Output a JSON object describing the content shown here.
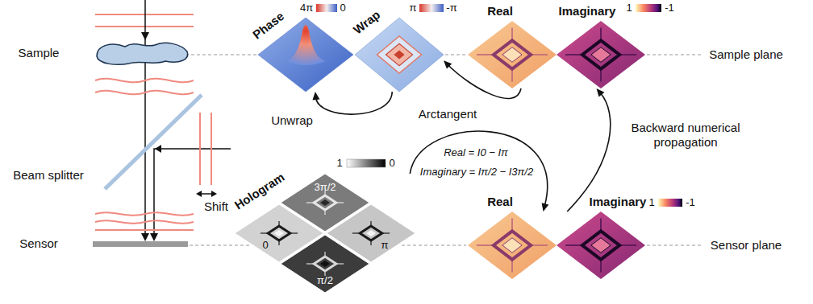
{
  "diagram": {
    "nodes": [
      {
        "text": [
          "Phase"
        ]
      },
      {
        "text": [
          "Wrap"
        ]
      },
      {
        "text": [
          "Real"
        ]
      },
      {
        "text": [
          "Imaginary"
        ]
      },
      {
        "text": [
          "Hologram"
        ]
      },
      {
        "text": [
          "3π/2"
        ],
        "in": 4
      },
      {
        "text": [
          "0"
        ],
        "in": 4
      },
      {
        "text": [
          "π"
        ],
        "in": 4
      },
      {
        "text": [
          "π/2"
        ],
        "in": 4
      },
      {
        "text": [
          "Real"
        ]
      },
      {
        "text": [
          "Imaginary"
        ]
      }
    ],
    "edges": [
      {
        "from": 1,
        "to": 0,
        "arrow": "to",
        "label": "Unwrap"
      },
      {
        "from": 2,
        "to": 1,
        "arrow": "to",
        "label": "Arctangent"
      },
      {
        "from": 4,
        "to": 9,
        "arrow": "to"
      },
      {
        "from": 10,
        "to": 3,
        "arrow": "to",
        "label": "Backward numerical propagation"
      }
    ],
    "labels": [
      "Sample",
      "Beam splitter",
      "Shift",
      "Sensor",
      "4π",
      "0",
      "π",
      "-π",
      "1",
      "-1",
      "Sample plane",
      "Real = I0 − Iπ",
      "Imaginary = Iπ/2 − I3π/2",
      "1",
      "0",
      "1",
      "-1",
      "Sensor plane"
    ]
  }
}
